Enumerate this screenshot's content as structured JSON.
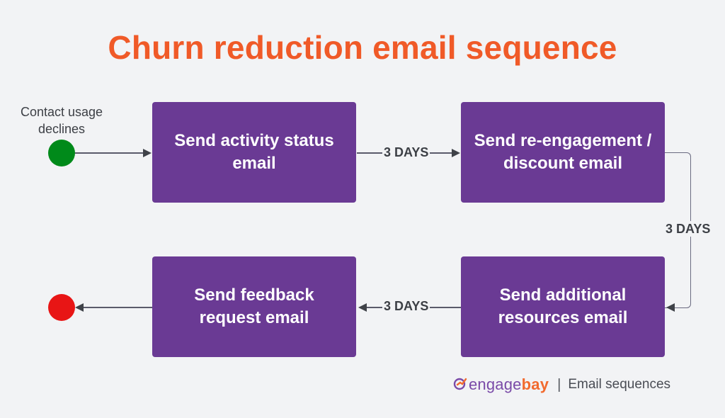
{
  "title": "Churn reduction email sequence",
  "start": {
    "label": "Contact usage declines",
    "color": "#008a1a"
  },
  "end": {
    "color": "#e81515"
  },
  "steps": [
    {
      "label": "Send activity status email"
    },
    {
      "label": "Send re-engagement / discount email"
    },
    {
      "label": "Send additional resources email"
    },
    {
      "label": "Send feedback request email"
    }
  ],
  "delays": [
    {
      "label": "3 DAYS"
    },
    {
      "label": "3 DAYS"
    },
    {
      "label": "3 DAYS"
    }
  ],
  "footer": {
    "logo_prefix": "engage",
    "logo_suffix": "bay",
    "separator": "|",
    "subtitle": "Email sequences"
  },
  "colors": {
    "title": "#f05a28",
    "box": "#6a3a94",
    "background": "#f2f3f5"
  }
}
